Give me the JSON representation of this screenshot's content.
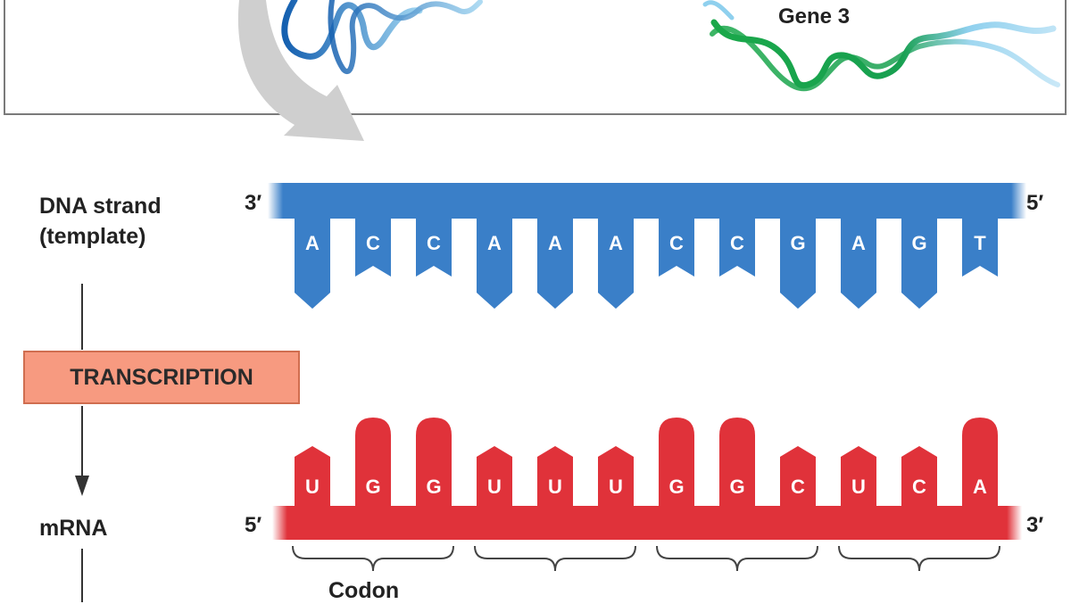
{
  "gene_label": "Gene 3",
  "dna": {
    "label_line1": "DNA strand",
    "label_line2": "(template)",
    "left_end": "3′",
    "right_end": "5′",
    "bases": [
      "A",
      "C",
      "C",
      "A",
      "A",
      "A",
      "C",
      "C",
      "G",
      "A",
      "G",
      "T"
    ]
  },
  "process_label": "TRANSCRIPTION",
  "mrna": {
    "label": "mRNA",
    "left_end": "5′",
    "right_end": "3′",
    "bases": [
      "U",
      "G",
      "G",
      "U",
      "U",
      "U",
      "G",
      "G",
      "C",
      "U",
      "C",
      "A"
    ]
  },
  "codon_label": "Codon",
  "colors": {
    "dna": "#3a7fc8",
    "mrna": "#e0323a",
    "gene_green": "#1aa84a",
    "transcription_box": "#f79a80",
    "arrow_gray": "#cfcfcf"
  }
}
